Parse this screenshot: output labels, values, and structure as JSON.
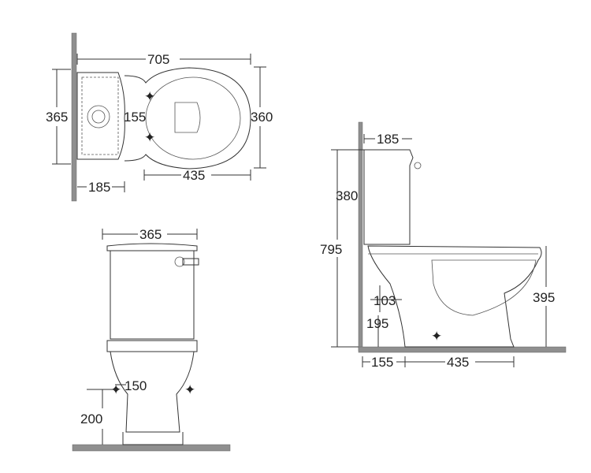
{
  "top_view": {
    "width_total": "705",
    "tank_depth": "365",
    "inlet_offset": "155",
    "bowl_width": "360",
    "tank_projection": "185",
    "bowl_projection": "435"
  },
  "front_view": {
    "tank_width": "365",
    "inlet_spacing": "150",
    "inlet_height": "200"
  },
  "side_view": {
    "tank_depth": "185",
    "tank_height": "380",
    "total_height": "795",
    "outlet_diameter": "103",
    "outlet_height": "195",
    "seat_height": "395",
    "wall_to_outlet": "155",
    "outlet_to_front": "435"
  },
  "colors": {
    "wall": "#8f8f8f",
    "line": "#333333"
  }
}
